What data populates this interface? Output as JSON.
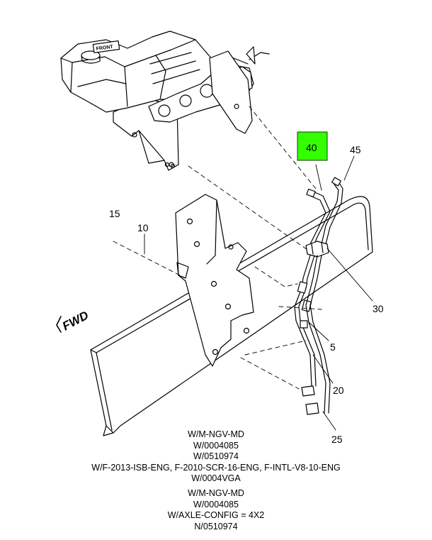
{
  "diagram": {
    "highlight_color": "#33ff00",
    "callouts": {
      "c40": "40",
      "c45": "45",
      "c15": "15",
      "c10": "10",
      "c30": "30",
      "c5": "5",
      "c20": "20",
      "c25": "25"
    },
    "direction_label": "FWD",
    "cap_text": "FRONT"
  },
  "notes": {
    "block1": [
      "W/M-NGV-MD",
      "W/0004085",
      "W/0510974",
      "W/F-2013-ISB-ENG, F-2010-SCR-16-ENG, F-INTL-V8-10-ENG",
      "W/0004VGA"
    ],
    "block2": [
      "W/M-NGV-MD",
      "W/0004085",
      "W/AXLE-CONFIG = 4X2",
      "N/0510974"
    ]
  }
}
